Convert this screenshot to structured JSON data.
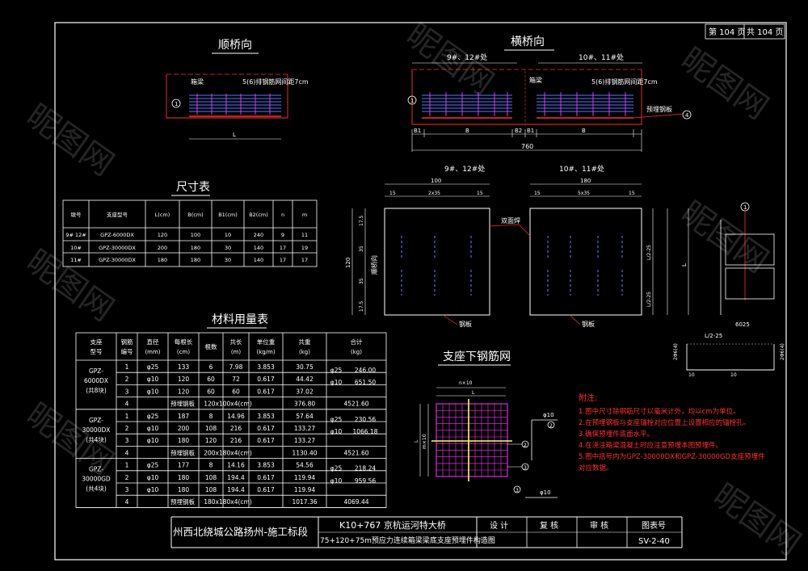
{
  "page_counter": {
    "current": "第 104 页",
    "total": "共 104 页"
  },
  "longitudinal": {
    "title": "顺桥向",
    "beam_label": "箱梁",
    "rows_label": "5(6)排钢筋网间距7cm",
    "dim": "L"
  },
  "transverse": {
    "title": "横桥向",
    "left_group": "9#、12#处",
    "right_group": "10#、11#处",
    "beam_label": "箱梁",
    "rows_label": "5(6)排钢筋网间距7cm",
    "plate_label": "预埋钢板",
    "dims": {
      "b1": "B1",
      "b": "B",
      "b2": "B2",
      "b1r": "B1",
      "b_r": "B",
      "total": "760"
    }
  },
  "plan": {
    "left_group": "9#、12#处",
    "right_group": "10#、11#处",
    "left_width": "100",
    "right_width": "180",
    "left_sub": [
      "15",
      "2x35",
      "15"
    ],
    "right_sub": [
      "15",
      "5x35",
      "15"
    ],
    "left_height": "120",
    "side_dims": [
      "17.5",
      "35",
      "35",
      "17.5"
    ],
    "right_side": [
      "L/2-25",
      "L/2-25"
    ],
    "weld_label": "双面焊",
    "plate_label": "钢板",
    "plate_label_2": "钢板",
    "axis_label": "顺桥向",
    "right_L": "L"
  },
  "anchor_detail": {
    "dim_top": "6025",
    "dim_mid": "L/2-25",
    "left_bar": "2Φ6(4)",
    "right_bar": "2Φ6(4)",
    "d1": "10",
    "d2": "10"
  },
  "dims_table": {
    "title": "尺寸表",
    "headers": [
      "墩号",
      "支座型号",
      "L(cm)",
      "B(cm)",
      "B1(cm)",
      "B2(cm)",
      "n",
      "m"
    ],
    "rows": [
      [
        "9#  12#",
        "GPZ-6000DX",
        "120",
        "100",
        "10",
        "240",
        "9",
        "11"
      ],
      [
        "10#",
        "GPZ-30000DX",
        "200",
        "180",
        "30",
        "140",
        "17",
        "19"
      ],
      [
        "11#",
        "GPZ-30000DX",
        "180",
        "180",
        "30",
        "140",
        "17",
        "17"
      ]
    ]
  },
  "material_table": {
    "title": "材料用量表",
    "headers": [
      "支座型号",
      "钢筋编号",
      "直径(mm)",
      "每根长(cm)",
      "根数",
      "共长(m)",
      "单位重(kg/m)",
      "共重(kg)",
      "合计(kg)"
    ],
    "groups": [
      {
        "model": "GPZ-6000DX",
        "count": "(共8块)",
        "rows": [
          [
            "1",
            "φ25",
            "133",
            "6",
            "7.98",
            "3.853",
            "30.75"
          ],
          [
            "2",
            "φ10",
            "120",
            "60",
            "72",
            "0.617",
            "44.42"
          ],
          [
            "3",
            "φ10",
            "120",
            "60",
            "60",
            "0.617",
            "37.02"
          ]
        ],
        "sum": [
          [
            "φ25",
            "246.00"
          ],
          [
            "φ10",
            "651.50"
          ]
        ],
        "plate": {
          "no": "4",
          "label": "预埋钢板",
          "spec": "120x100x4(cm)",
          "weight": "376.80",
          "total": "4521.60"
        }
      },
      {
        "model": "GPZ-30000DX",
        "count": "(共4块)",
        "rows": [
          [
            "1",
            "φ25",
            "187",
            "8",
            "14.96",
            "3.853",
            "57.64"
          ],
          [
            "2",
            "φ10",
            "200",
            "108",
            "216",
            "0.617",
            "133.27"
          ],
          [
            "3",
            "φ10",
            "180",
            "120",
            "216",
            "0.617",
            "133.27"
          ]
        ],
        "sum": [
          [
            "φ25",
            "230.56"
          ],
          [
            "φ10",
            "1066.18"
          ]
        ],
        "plate": {
          "no": "4",
          "label": "预埋钢板",
          "spec": "200x180x4(cm)",
          "weight": "1130.40",
          "total": "4521.60"
        }
      },
      {
        "model": "GPZ-30000GD",
        "count": "(共4块)",
        "rows": [
          [
            "1",
            "φ25",
            "177",
            "8",
            "14.16",
            "3.853",
            "54.56"
          ],
          [
            "2",
            "φ10",
            "180",
            "108",
            "194.4",
            "0.617",
            "119.94"
          ],
          [
            "3",
            "φ10",
            "180",
            "108",
            "194.4",
            "0.617",
            "119.94"
          ]
        ],
        "sum": [
          [
            "φ25",
            "218.24"
          ],
          [
            "φ10",
            "959.56"
          ]
        ],
        "plate": {
          "no": "4",
          "label": "预埋钢板",
          "spec": "180x180x4(cm)",
          "weight": "1017.36",
          "total": "4069.44"
        }
      }
    ]
  },
  "mesh": {
    "title": "支座下钢筋网",
    "dim_top": "n×10",
    "dim_left": "m×10",
    "bar1": "φ10",
    "bar2": "φ10",
    "dimL": "L",
    "dimL2": "L"
  },
  "notes": {
    "title": "附注:",
    "lines": [
      "1.图中尺寸除钢筋尺寸以毫米计外，均以cm为单位。",
      "2.在预埋钢板与支座锚栓对应位置上设置相应的锚栓孔。",
      "3.确保预埋件底面水平。",
      "4.在浇注箱梁混凝土时应注意预埋本图预埋件。",
      "5.图中括号内为GPZ-30000DX和GPZ-30000GD支座预埋件",
      "  对应数据。"
    ]
  },
  "title_block": {
    "project": "州西北绕城公路扬州-施工标段",
    "bridge": "K10+767 京杭运河特大桥",
    "drawing": "75+120+75m预应力连续箱梁梁底支座预埋件构造图",
    "design": "设 计",
    "review": "复 核",
    "approve": "审 核",
    "drawing_no_label": "图表号",
    "drawing_no": "SV-2-40"
  },
  "watermark": "昵图网"
}
